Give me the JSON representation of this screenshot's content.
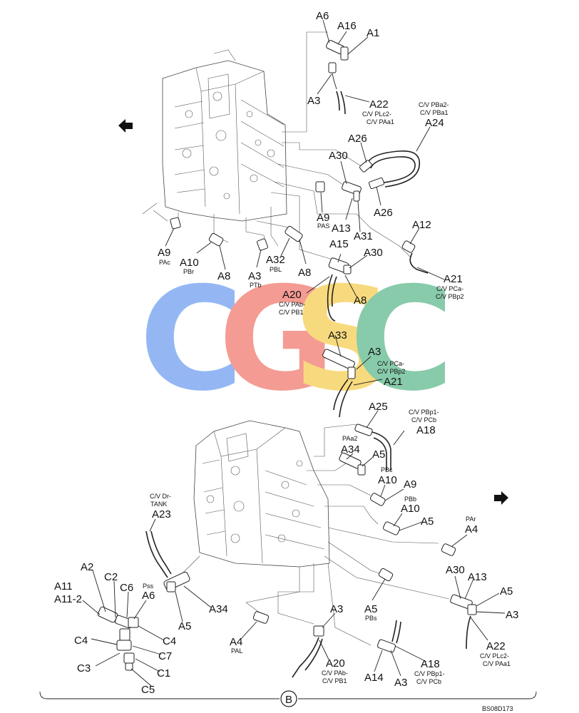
{
  "labels": {
    "a6_top": "A6",
    "a16": "A16",
    "a1": "A1",
    "a3_top": "A3",
    "a22_top": "A22",
    "a22_top_sub1": "C/V PLc2-",
    "a22_top_sub2": "C/V PAa1",
    "a24_sub1": "C/V PBa2-",
    "a24_sub2": "C/V PBa1",
    "a24": "A24",
    "a26_a": "A26",
    "a30_top": "A30",
    "a26_b": "A26",
    "a9_pas": "A9",
    "pas": "PAS",
    "a13_top": "A13",
    "a31": "A31",
    "a12": "A12",
    "a15": "A15",
    "a30_mid": "A30",
    "a21_top": "A21",
    "a21_top_sub1": "C/V PCa-",
    "a21_top_sub2": "C/V PBp2",
    "a9_pac": "A9",
    "pac": "PAc",
    "a10_pbr": "A10",
    "pbr": "PBr",
    "a8_a": "A8",
    "a3_ptb": "A3",
    "ptb": "PTb",
    "a32": "A32",
    "pbl": "PBL",
    "a8_b": "A8",
    "a20_top": "A20",
    "a20_top_sub1": "C/V PAb-",
    "a20_top_sub2": "C/V PB1",
    "a8_c": "A8",
    "a33": "A33",
    "a3_mid": "A3",
    "a21_mid_sub1": "C/V PCa-",
    "a21_mid_sub2": "C/V PBp2",
    "a21_mid": "A21",
    "a25": "A25",
    "a18_top_sub1": "C/V PBp1-",
    "a18_top_sub2": "C/V PCb",
    "a18_top": "A18",
    "paa2": "PAa2",
    "a34_top": "A34",
    "a5_pbc": "A5",
    "pbc": "PBc",
    "a10_pbb": "A10",
    "a9_pbb": "A9",
    "pbb": "PBb",
    "a10_b": "A10",
    "a5_mid": "A5",
    "par": "PAr",
    "a4_par": "A4",
    "cvdr1": "C/V Dr-",
    "cvdr2": "TANK",
    "a23": "A23",
    "a2": "A2",
    "c2": "C2",
    "a11": "A11",
    "a11_2": "A11-2",
    "pss": "Pss",
    "c6": "C6",
    "a6_bot": "A6",
    "c4_left": "C4",
    "c4_right": "C4",
    "c7": "C7",
    "c3": "C3",
    "c1": "C1",
    "c5": "C5",
    "a34_bot": "A34",
    "a5_bot": "A5",
    "a4_pal": "A4",
    "pal": "PAL",
    "a3_bot": "A3",
    "a20_bot": "A20",
    "a20_bot_sub1": "C/V PAb-",
    "a20_bot_sub2": "C/V PB1",
    "a5_pbs": "A5",
    "pbs": "PBs",
    "a14": "A14",
    "a3_bot2": "A3",
    "a18_bot": "A18",
    "a18_bot_sub1": "C/V PBp1-",
    "a18_bot_sub2": "C/V PCb",
    "a30_bot": "A30",
    "a13_bot": "A13",
    "a5_br": "A5",
    "a3_br": "A3",
    "a22_bot": "A22",
    "a22_bot_sub1": "C/V PLc2-",
    "a22_bot_sub2": "C/V PAa1"
  },
  "section_marker": "B",
  "drawing_code": "BS08D173",
  "watermark": {
    "letters": [
      "C",
      "G",
      "S",
      "C"
    ],
    "colors": [
      "#8fb4f4",
      "#f4968e",
      "#f8d978",
      "#82c9a6"
    ]
  },
  "icons": {
    "left_arrow": "arrow-left-icon",
    "right_arrow": "arrow-right-icon"
  },
  "colors": {
    "line": "#222222",
    "background": "#ffffff"
  }
}
